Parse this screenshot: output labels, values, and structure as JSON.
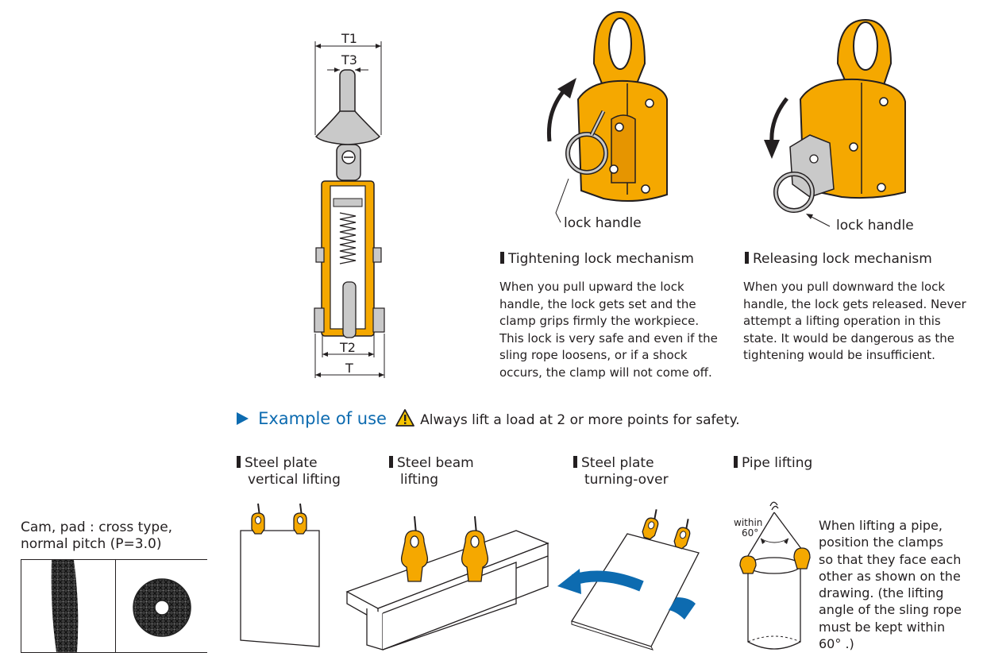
{
  "diagram": {
    "dim_t1": "T1",
    "dim_t3": "T3",
    "dim_t2": "T2",
    "dim_t": "T"
  },
  "callouts": {
    "lock_handle_1": "lock handle",
    "lock_handle_2": "lock handle"
  },
  "tightening": {
    "title": "Tightening lock mechanism",
    "body": "When you pull upward the lock handle, the lock gets set and the clamp grips firmly the workpiece. This lock is very safe and even if the sling rope loosens, or if a shock occurs, the clamp will not come off."
  },
  "releasing": {
    "title": "Releasing lock mechanism",
    "body": "When you pull downward the lock handle, the lock gets released. Never attempt a lifting operation in this state. It would be dangerous as the tightening would be insufficient."
  },
  "example": {
    "title": "Example of use",
    "warning": "Always lift a load at 2 or more points for safety."
  },
  "uses": [
    {
      "line1": "Steel plate",
      "line2": "vertical lifting"
    },
    {
      "line1": "Steel beam",
      "line2": "lifting"
    },
    {
      "line1": "Steel plate",
      "line2": "turning-over"
    },
    {
      "line1": "Pipe lifting",
      "line2": ""
    }
  ],
  "pipe": {
    "angle_top": "within",
    "angle_bottom": "60°",
    "note": "When lifting a pipe, position the clamps so that they face each other as shown on the drawing. (the lifting angle of the sling rope must be kept within 60° .)"
  },
  "cam": {
    "line1": "Cam, pad : cross type,",
    "line2": "normal pitch (P=3.0)"
  },
  "colors": {
    "clamp_yellow": "#f5a800",
    "accent_blue": "#0d6bb0",
    "text": "#231f20"
  }
}
